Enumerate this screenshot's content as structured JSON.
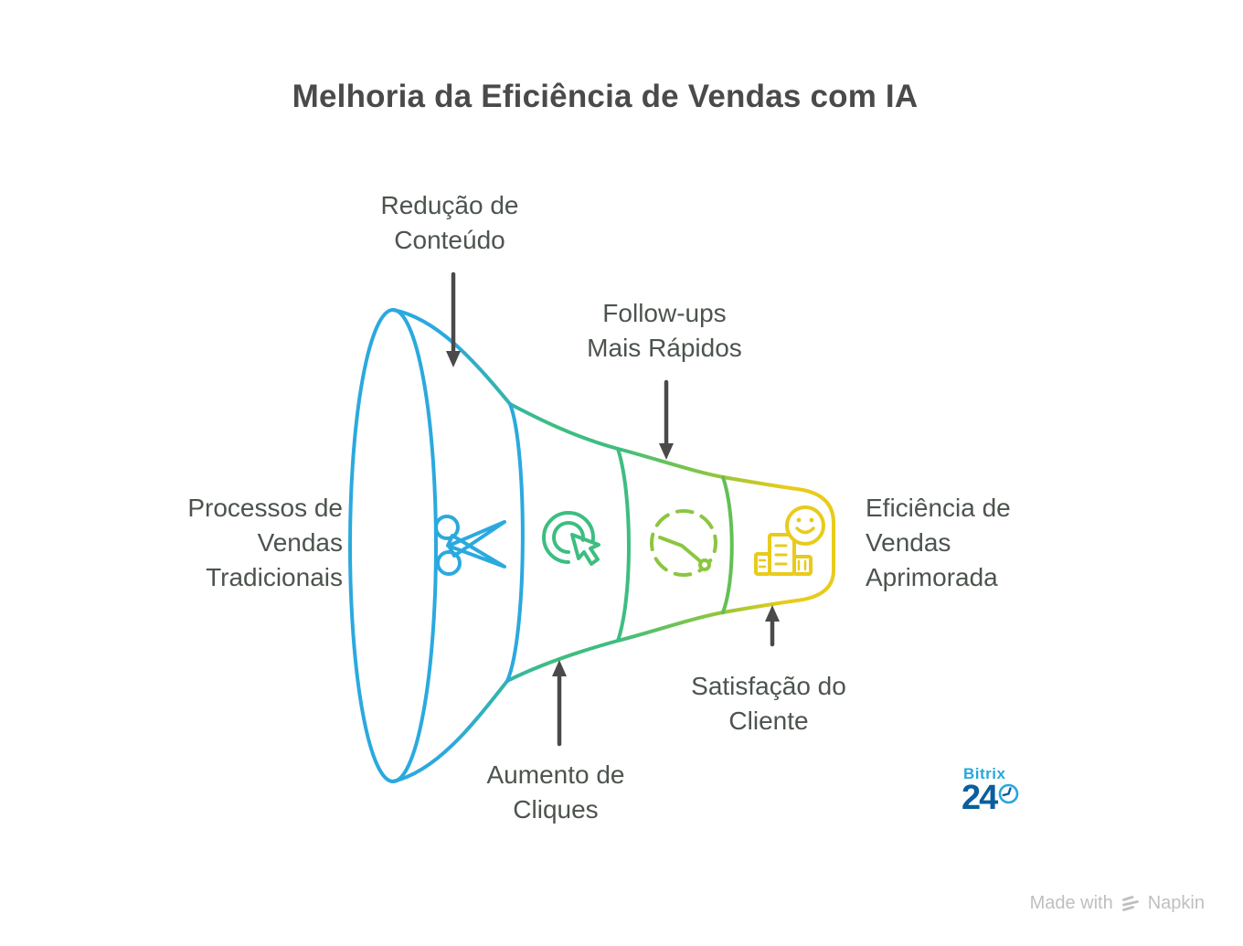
{
  "title": "Melhoria da Eficiência de Vendas com IA",
  "funnel": {
    "start_label": {
      "line1": "Processos de",
      "line2": "Vendas",
      "line3": "Tradicionais"
    },
    "end_label": {
      "line1": "Eficiência de",
      "line2": "Vendas",
      "line3": "Aprimorada"
    },
    "stages": [
      {
        "label_line1": "Redução de",
        "label_line2": "Conteúdo",
        "icon": "scissors-icon",
        "color": "#2BA9DE",
        "label_position": "top"
      },
      {
        "label_line1": "Aumento de",
        "label_line2": "Cliques",
        "icon": "cursor-click-icon",
        "color": "#3EBD81",
        "label_position": "bottom"
      },
      {
        "label_line1": "Follow-ups",
        "label_line2": "Mais Rápidos",
        "icon": "clock-gauge-icon",
        "color": "#8CC63F",
        "label_position": "top"
      },
      {
        "label_line1": "Satisfação do",
        "label_line2": "Cliente",
        "icon": "building-smiley-icon",
        "color": "#E8CB1B",
        "label_position": "bottom"
      }
    ]
  },
  "colors": {
    "blue": "#2BA9DE",
    "green": "#3EBD81",
    "lime": "#8CC63F",
    "yellow": "#E8CB1B",
    "divider3": "#62C055",
    "arrow": "#4A4A4A",
    "label_text": "#4C544D",
    "title_text": "#4A4A4A"
  },
  "logo": {
    "line1": "Bitrix",
    "line2": "24",
    "color_light": "#29A6DD",
    "color_dark": "#0B5E9D"
  },
  "footer": {
    "made_with": "Made with",
    "brand": "Napkin"
  }
}
